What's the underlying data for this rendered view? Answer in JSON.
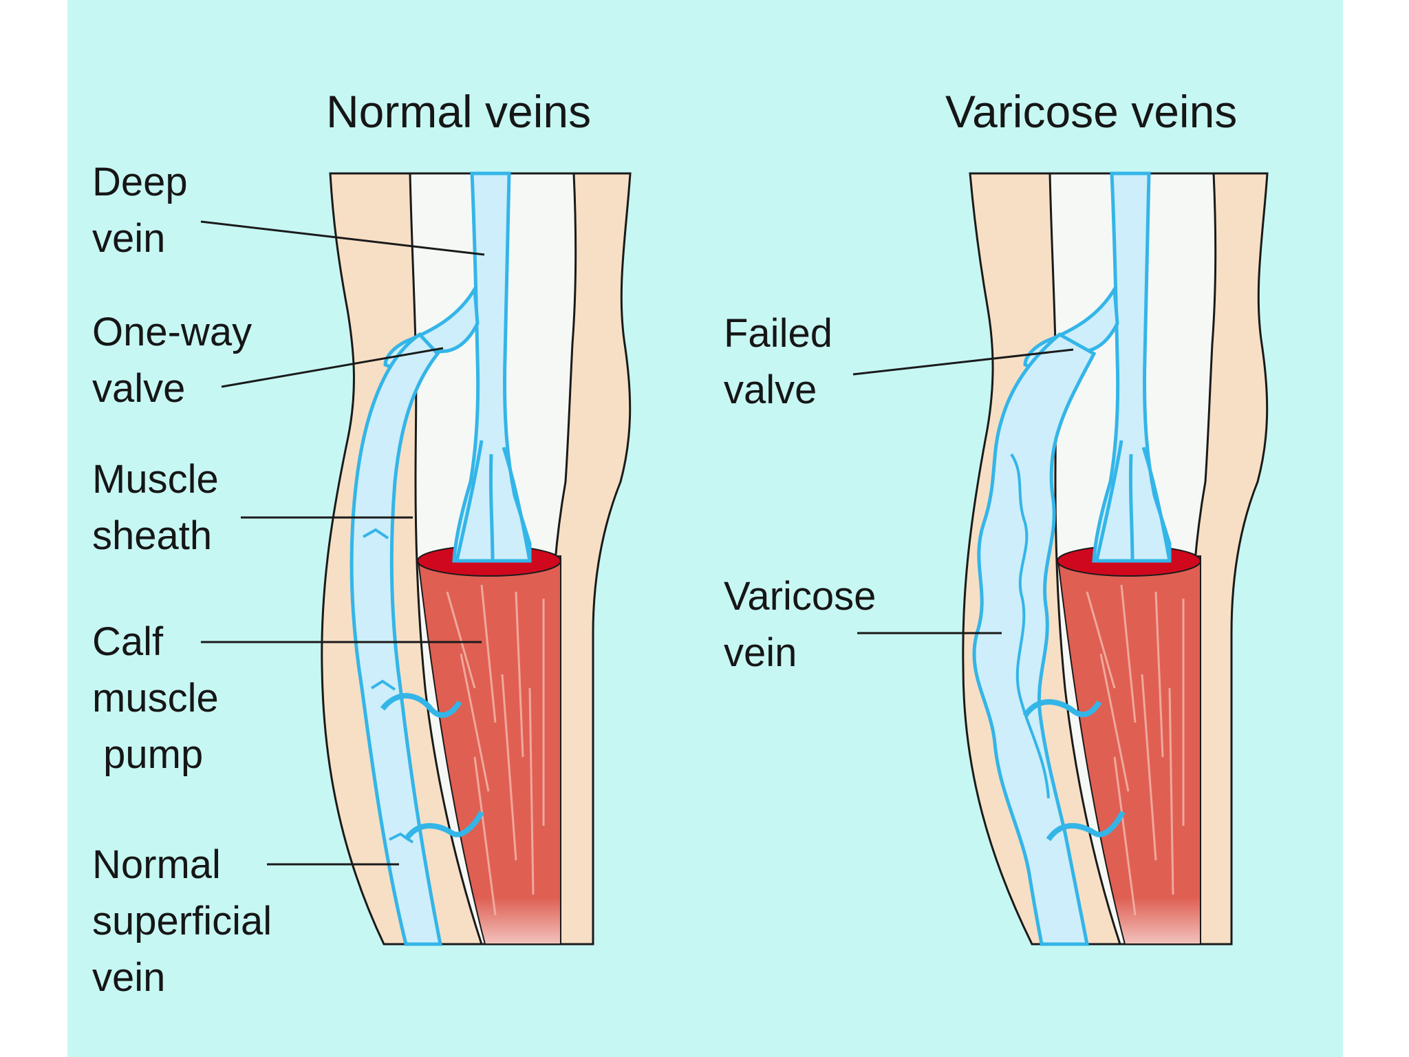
{
  "figure": {
    "left_title": "Normal veins",
    "right_title": "Varicose veins"
  },
  "labels": {
    "deep_vein": {
      "line1": "Deep",
      "line2": "vein"
    },
    "one_way_valve": {
      "line1": "One-way",
      "line2": "valve"
    },
    "muscle_sheath": {
      "line1": "Muscle",
      "line2": "sheath"
    },
    "calf_muscle_pump": {
      "line1": "Calf",
      "line2": "muscle",
      "line3": " pump"
    },
    "normal_superficial_vein": {
      "line1": "Normal",
      "line2": "superficial",
      "line3": "vein"
    },
    "failed_valve": {
      "line1": "Failed",
      "line2": "valve"
    },
    "varicose_vein": {
      "line1": "Varicose",
      "line2": "vein"
    }
  },
  "colors": {
    "background": "#c6f7f3",
    "skin": "#f7dfc5",
    "inner_leg": "#f6f8f6",
    "vein_fill": "#cdeefa",
    "vein_stroke": "#34b5e8",
    "muscle": "#df5f53",
    "muscle_top": "#d0081e",
    "outline": "#1a1a1a"
  }
}
